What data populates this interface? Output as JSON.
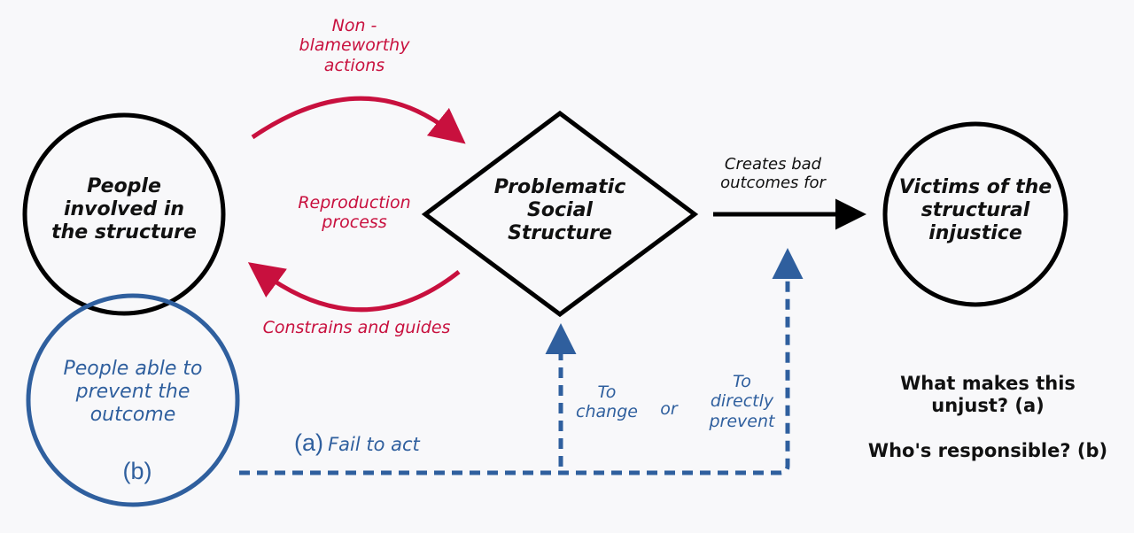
{
  "nodes": {
    "people_involved": [
      "People",
      "involved in",
      "the structure"
    ],
    "structure": [
      "Problematic",
      "Social",
      "Structure"
    ],
    "victims": [
      "Victims of the",
      "structural",
      "injustice"
    ],
    "people_able": [
      "People able to",
      "prevent the",
      "outcome"
    ],
    "people_able_tag": "(b)"
  },
  "edges": {
    "non_blameworthy": [
      "Non -",
      "blameworthy",
      "actions"
    ],
    "reproduction": [
      "Reproduction",
      "process"
    ],
    "constrains": "Constrains and guides",
    "creates": [
      "Creates bad",
      "outcomes for"
    ],
    "fail_tag": "(a)",
    "fail_text": "Fail to act",
    "to_change": [
      "To",
      "change"
    ],
    "or": "or",
    "to_prevent": [
      "To",
      "directly",
      "prevent"
    ]
  },
  "questions": {
    "q1": [
      "What makes this",
      "unjust?  (a)"
    ],
    "q2": "Who's responsible? (b)"
  },
  "colors": {
    "red": "#c8103e",
    "blue": "#2f5f9e",
    "black": "#000000",
    "background": "#f8f8fa"
  }
}
